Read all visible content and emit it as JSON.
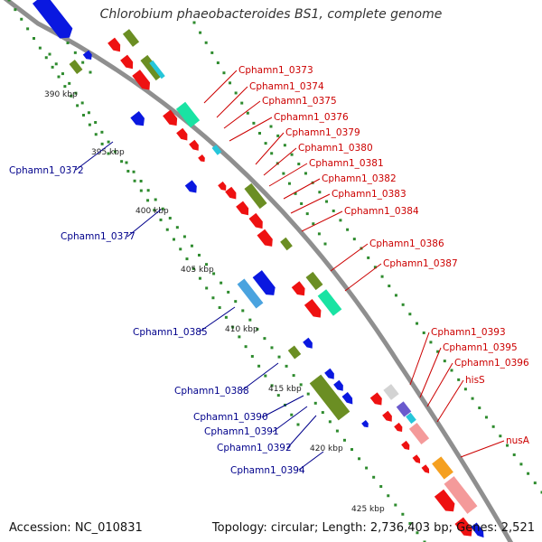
{
  "title": "Chlorobium phaeobacteroides BS1, complete genome",
  "footer": {
    "accession": "Accession: NC_010831",
    "summary": "Topology: circular; Length: 2,736,403 bp; Genes: 2,521"
  },
  "colors": {
    "backbone": "#8f8f8f",
    "forward_label": "#cc0000",
    "reverse_label": "#00008b",
    "tick": "#2e8b2e"
  },
  "kbp_labels": [
    "390 kbp",
    "395 kbp",
    "400 kbp",
    "405 kbp",
    "410 kbp",
    "415 kbp",
    "420 kbp",
    "425 kbp"
  ],
  "forward_labels": [
    "Cphamn1_0373",
    "Cphamn1_0374",
    "Cphamn1_0375",
    "Cphamn1_0376",
    "Cphamn1_0379",
    "Cphamn1_0380",
    "Cphamn1_0381",
    "Cphamn1_0382",
    "Cphamn1_0383",
    "Cphamn1_0384",
    "Cphamn1_0386",
    "Cphamn1_0387",
    "Cphamn1_0393",
    "Cphamn1_0395",
    "Cphamn1_0396",
    "hisS",
    "nusA"
  ],
  "reverse_labels": [
    "Cphamn1_0372",
    "Cphamn1_0377",
    "Cphamn1_0385",
    "Cphamn1_0388",
    "Cphamn1_0390",
    "Cphamn1_0391",
    "Cphamn1_0392",
    "Cphamn1_0394"
  ]
}
